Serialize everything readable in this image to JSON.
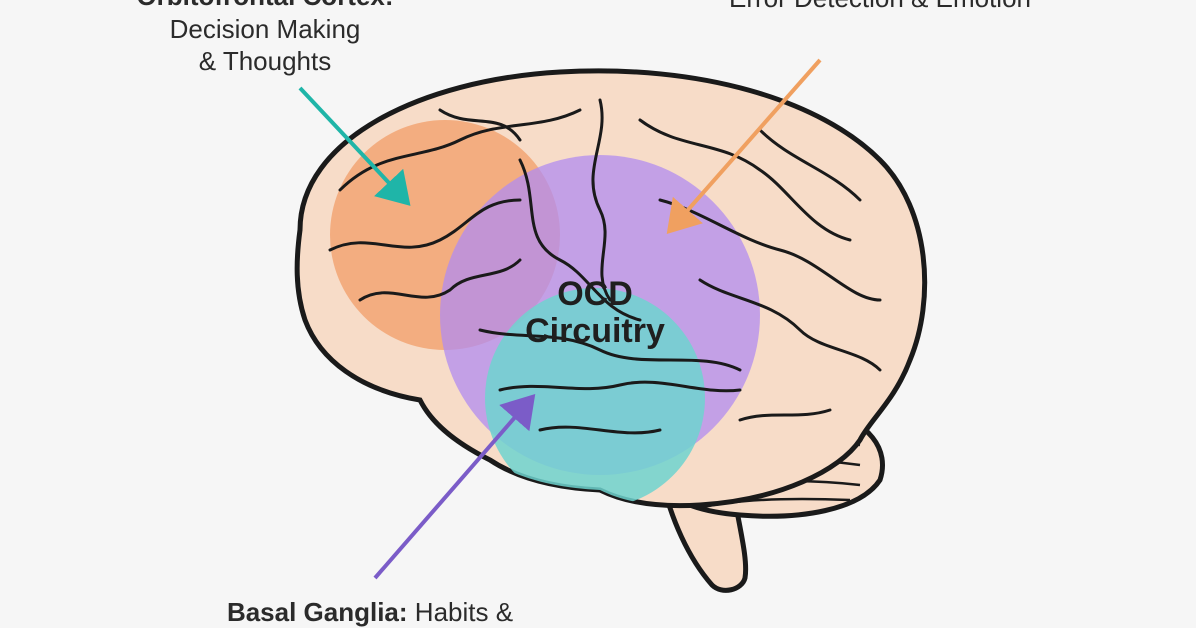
{
  "labels": {
    "top_left": {
      "title": "Orbitofrontal Cortex:",
      "line1": "Decision Making",
      "line2": "& Thoughts"
    },
    "top_right": {
      "text": "Error Detection & Emotion"
    },
    "bottom": {
      "title": "Basal Ganglia:",
      "text": " Habits &"
    },
    "center": {
      "line1": "OCD",
      "line2": "Circuitry"
    }
  },
  "colors": {
    "background": "#f6f6f6",
    "brain_fill": "#f7dcc8",
    "outline": "#1a1a1a",
    "orbitofrontal_region": "#f2a573",
    "cingulate_region": "#b18cf0",
    "basal_ganglia_region": "#6fd3cf",
    "arrow_teal": "#1fb5a8",
    "arrow_orange": "#f0a060",
    "arrow_purple": "#7b5cc8"
  }
}
